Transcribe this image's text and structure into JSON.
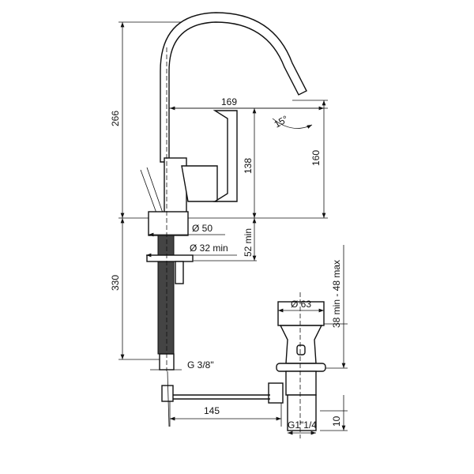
{
  "title": "Faucet with pop-up waste technical drawing",
  "dimensions": {
    "total_height": "266",
    "spout_reach": "169",
    "spout_angle": "15°",
    "spout_height": "160",
    "lever_height": "138",
    "base_diameter": "Ø 50",
    "hole_diameter": "Ø 32 min",
    "deck_thickness": "52 min",
    "hose_length": "330",
    "drain_diameter": "Ø 63",
    "drain_range": "38 min - 48 max",
    "hose_thread": "G 3/8\"",
    "rod_length": "145",
    "drain_tail": "10",
    "drain_thread": "G1\"1/4"
  },
  "colors": {
    "line": "#111111",
    "background": "#ffffff"
  }
}
